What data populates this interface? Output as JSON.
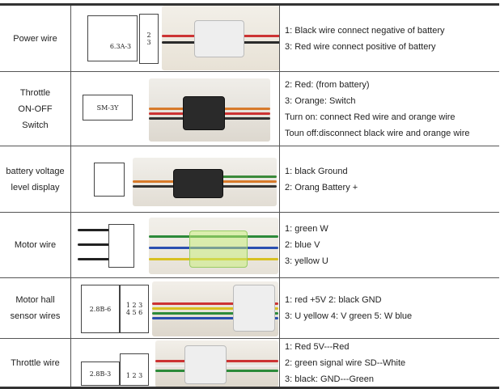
{
  "rows": [
    {
      "name": [
        "Power wire"
      ],
      "diagram_labels": [
        "6.3A-3",
        "2",
        "3"
      ],
      "desc": [
        "1:   Black   wire connect negative   of battery",
        "3:   Red   wire connect positive of battery"
      ]
    },
    {
      "name": [
        "Throttle",
        "ON-OFF",
        "Switch"
      ],
      "diagram_labels": [
        "SM-3Y"
      ],
      "desc": [
        "2: Red: (from battery)",
        "3: Orange:    Switch",
        "Turn on: connect Red   wire and orange wire",
        "Toun off:disconnect black wire and orange wire"
      ]
    },
    {
      "name": [
        "battery voltage",
        "level display"
      ],
      "desc": [
        "1: black   Ground",
        "2: Orang   Battery +"
      ]
    },
    {
      "name": [
        "Motor wire"
      ],
      "desc": [
        "1: green   W",
        "2: blue    V",
        "3: yellow   U"
      ]
    },
    {
      "name": [
        "Motor hall",
        "sensor wires"
      ],
      "diagram_labels": [
        "2.8B-6",
        "1 2 3",
        "4 5 6"
      ],
      "desc": [
        "1: red   +5V    2: black GND",
        "3: U yellow    4: V green    5: W blue"
      ]
    },
    {
      "name": [
        "Throttle wire"
      ],
      "diagram_labels": [
        "2.8B-3",
        "1 2 3"
      ],
      "desc": [
        "1: Red 5V---Red",
        "2: green signal wire SD--White",
        "3: black: GND---Green"
      ]
    }
  ]
}
